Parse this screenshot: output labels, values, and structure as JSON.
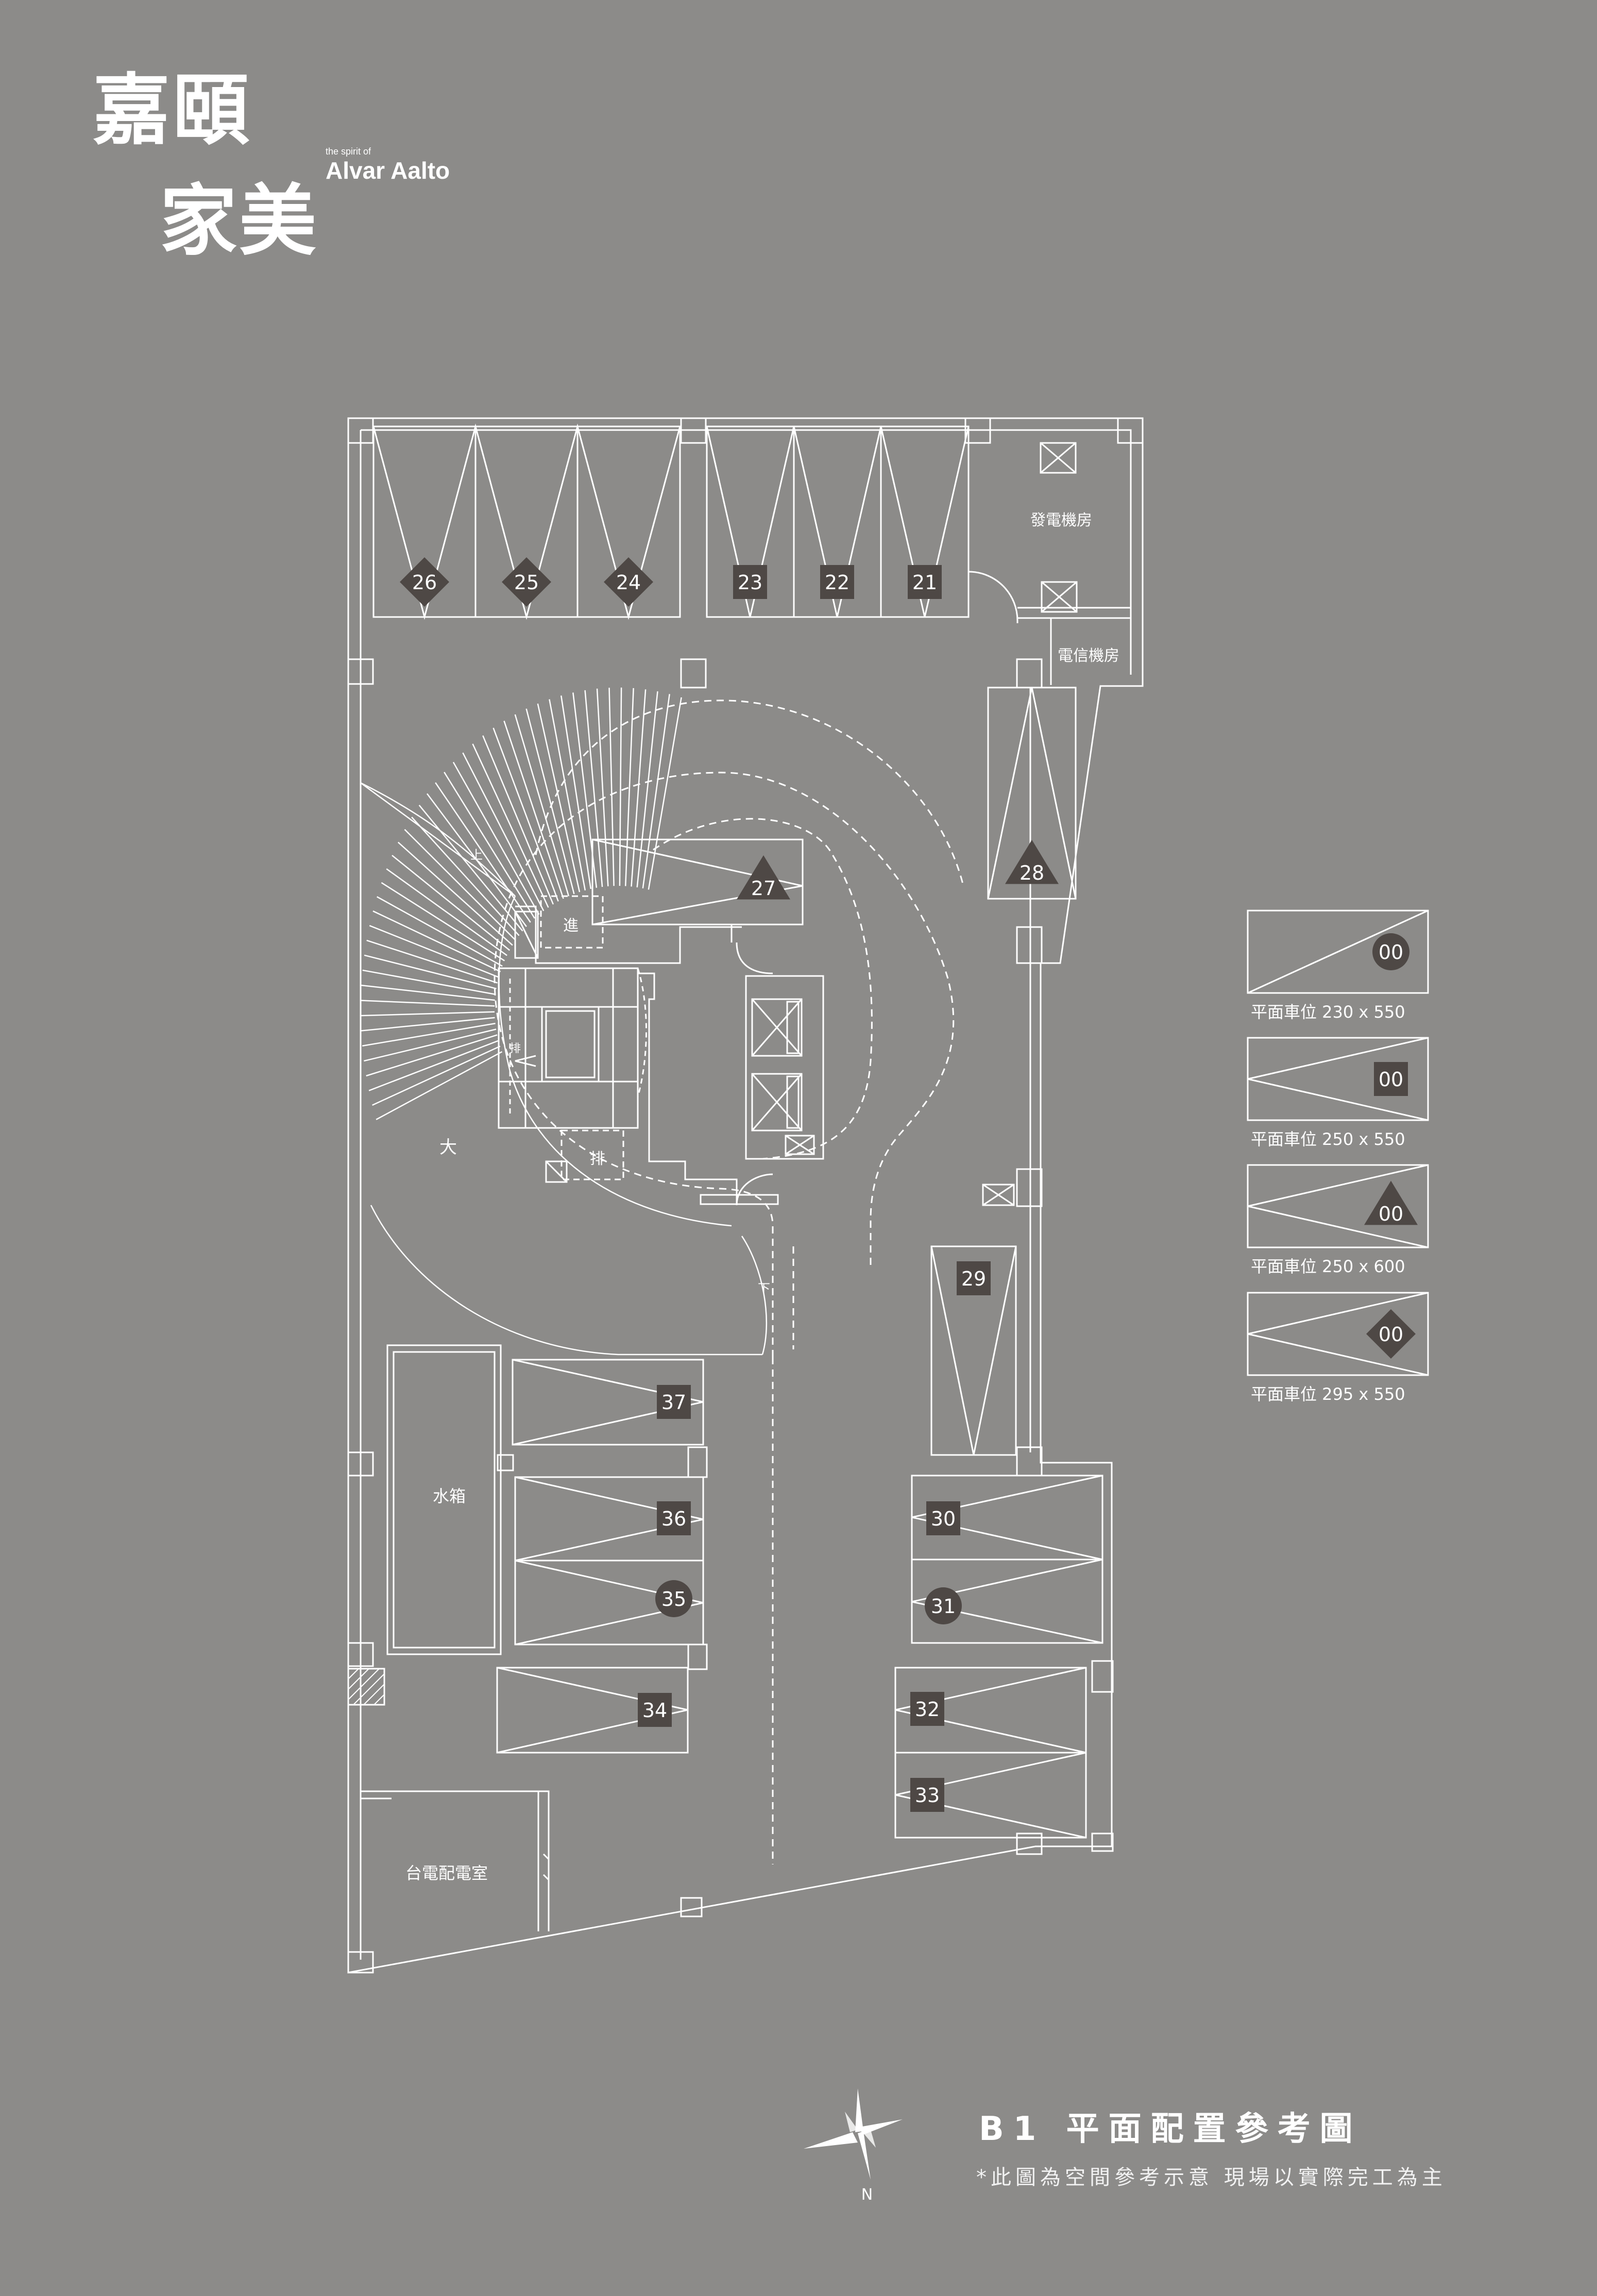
{
  "brand": {
    "name_line1": "嘉頤",
    "name_line2": "家美",
    "tagline_small": "the spirit of",
    "tagline_name": "Alvar Aalto"
  },
  "rooms": {
    "generator_room": "發電機房",
    "telecom_room": "電信機房",
    "water_tank": "水箱",
    "power_room": "台電配電室",
    "intake": "進",
    "exhaust": "排",
    "exhaust_glyph": "排",
    "ramp_up": "上",
    "ramp_down": "下",
    "ramp_big": "大"
  },
  "spaces": [
    {
      "id": "26",
      "marker": "diamond"
    },
    {
      "id": "25",
      "marker": "diamond"
    },
    {
      "id": "24",
      "marker": "diamond"
    },
    {
      "id": "23",
      "marker": "square"
    },
    {
      "id": "22",
      "marker": "square"
    },
    {
      "id": "21",
      "marker": "square"
    },
    {
      "id": "27",
      "marker": "triangle"
    },
    {
      "id": "28",
      "marker": "triangle"
    },
    {
      "id": "29",
      "marker": "square"
    },
    {
      "id": "30",
      "marker": "square"
    },
    {
      "id": "31",
      "marker": "circle"
    },
    {
      "id": "32",
      "marker": "square"
    },
    {
      "id": "33",
      "marker": "square"
    },
    {
      "id": "34",
      "marker": "square"
    },
    {
      "id": "35",
      "marker": "circle"
    },
    {
      "id": "36",
      "marker": "square"
    },
    {
      "id": "37",
      "marker": "square"
    }
  ],
  "legend": [
    {
      "marker": "circle",
      "code": "00",
      "label": "平面車位 230 x 550"
    },
    {
      "marker": "square",
      "code": "00",
      "label": "平面車位 250 x 550"
    },
    {
      "marker": "triangle",
      "code": "00",
      "label": "平面車位 250 x 600"
    },
    {
      "marker": "diamond",
      "code": "00",
      "label": "平面車位 295 x 550"
    }
  ],
  "compass": {
    "label": "N"
  },
  "title": "B1 平面配置參考圖",
  "note": "*此圖為空間參考示意 現場以實際完工為主",
  "colors": {
    "background": "#8c8b89",
    "line": "#ffffff",
    "marker": "#4e4845"
  }
}
